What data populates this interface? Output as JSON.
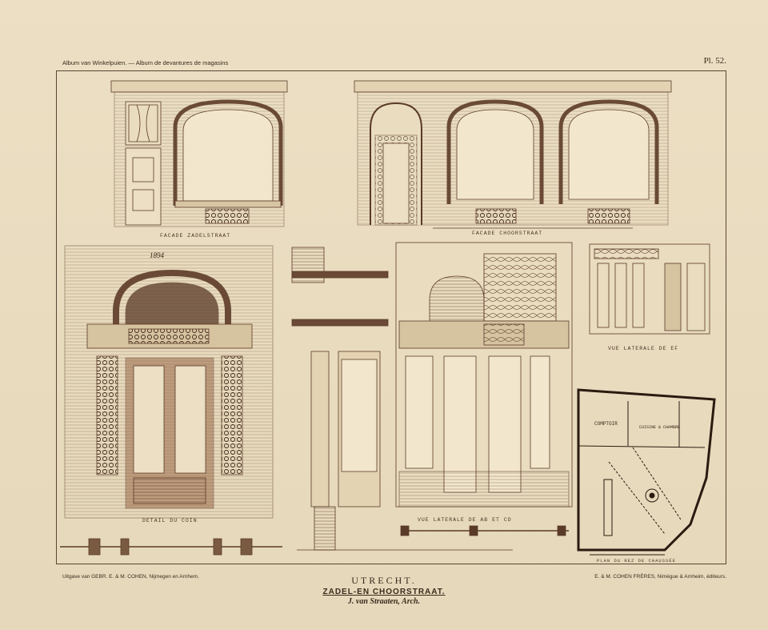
{
  "header": {
    "left": "Album van Winkelpuien. — Album de devantures de magasins",
    "plate": "Pl. 52."
  },
  "captions": {
    "facade_zadel": "FACADE ZADELSTRAAT",
    "facade_choor": "FACADE CHOORSTRAAT",
    "detail_coin": "DETAIL DU COIN",
    "vue_laterale_ab": "VUE LATERALE DE AB ET CD",
    "vue_laterale_ef": "VUE LATERALE DE EF",
    "plan": "PLAN DU REZ DE CHAUSSÉE",
    "comptoir": "COMPTOIR",
    "cuisine": "CUISINE & CHAMBRE",
    "date": "1894"
  },
  "footer": {
    "left": "Uitgave van GEBR. E. & M. COHEN, Nijmegen en Arnhem.",
    "right": "E. & M. COHEN FRÈRES, Nimègue & Arnheim, éditeurs.",
    "city": "UTRECHT.",
    "street": "ZADEL-EN CHOORSTRAAT.",
    "architect": "J. van Straaten, Arch."
  },
  "colors": {
    "ink": "#5a3a28",
    "paper": "#ecdfc3",
    "wood": "#8a5a3e"
  }
}
